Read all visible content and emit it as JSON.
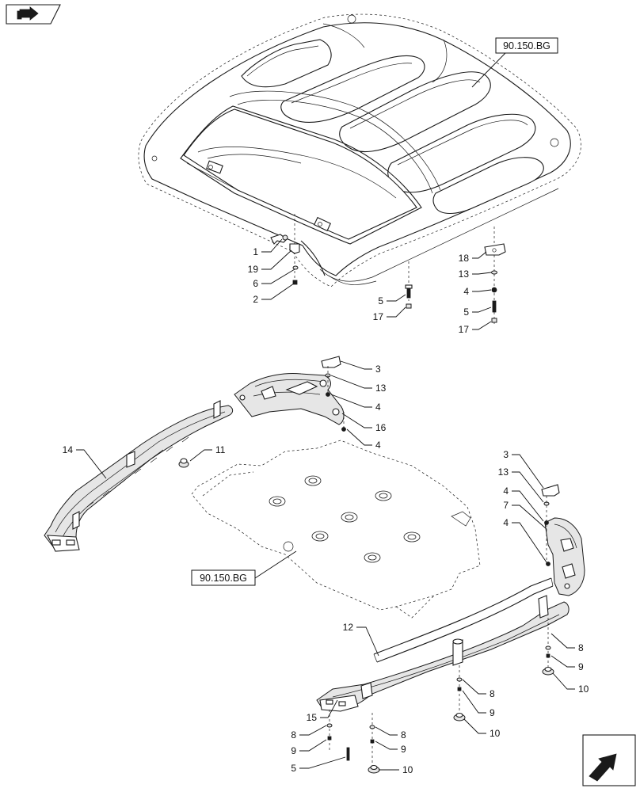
{
  "references": {
    "top": "90.150.BG",
    "bottom": "90.150.BG"
  },
  "callouts": [
    {
      "id": "c1",
      "label": "1"
    },
    {
      "id": "c19",
      "label": "19"
    },
    {
      "id": "c6",
      "label": "6"
    },
    {
      "id": "c2",
      "label": "2"
    },
    {
      "id": "c5a",
      "label": "5"
    },
    {
      "id": "c17a",
      "label": "17"
    },
    {
      "id": "c18",
      "label": "18"
    },
    {
      "id": "c13a",
      "label": "13"
    },
    {
      "id": "c4a",
      "label": "4"
    },
    {
      "id": "c5b",
      "label": "5"
    },
    {
      "id": "c17b",
      "label": "17"
    },
    {
      "id": "c3a",
      "label": "3"
    },
    {
      "id": "c13b",
      "label": "13"
    },
    {
      "id": "c4b",
      "label": "4"
    },
    {
      "id": "c16",
      "label": "16"
    },
    {
      "id": "c4c",
      "label": "4"
    },
    {
      "id": "c14",
      "label": "14"
    },
    {
      "id": "c11",
      "label": "11"
    },
    {
      "id": "c3b",
      "label": "3"
    },
    {
      "id": "c13c",
      "label": "13"
    },
    {
      "id": "c4d",
      "label": "4"
    },
    {
      "id": "c7",
      "label": "7"
    },
    {
      "id": "c4e",
      "label": "4"
    },
    {
      "id": "c12",
      "label": "12"
    },
    {
      "id": "c8a",
      "label": "8"
    },
    {
      "id": "c9a",
      "label": "9"
    },
    {
      "id": "c10a",
      "label": "10"
    },
    {
      "id": "c8b",
      "label": "8"
    },
    {
      "id": "c9b",
      "label": "9"
    },
    {
      "id": "c10b",
      "label": "10"
    },
    {
      "id": "c15",
      "label": "15"
    },
    {
      "id": "c8c",
      "label": "8"
    },
    {
      "id": "c9c",
      "label": "9"
    },
    {
      "id": "c5c",
      "label": "5"
    },
    {
      "id": "c8d",
      "label": "8"
    },
    {
      "id": "c9d",
      "label": "9"
    },
    {
      "id": "c10c",
      "label": "10"
    }
  ],
  "icons": {
    "top_left": "book-arrow-icon",
    "bottom_right": "next-page-arrow-icon"
  }
}
